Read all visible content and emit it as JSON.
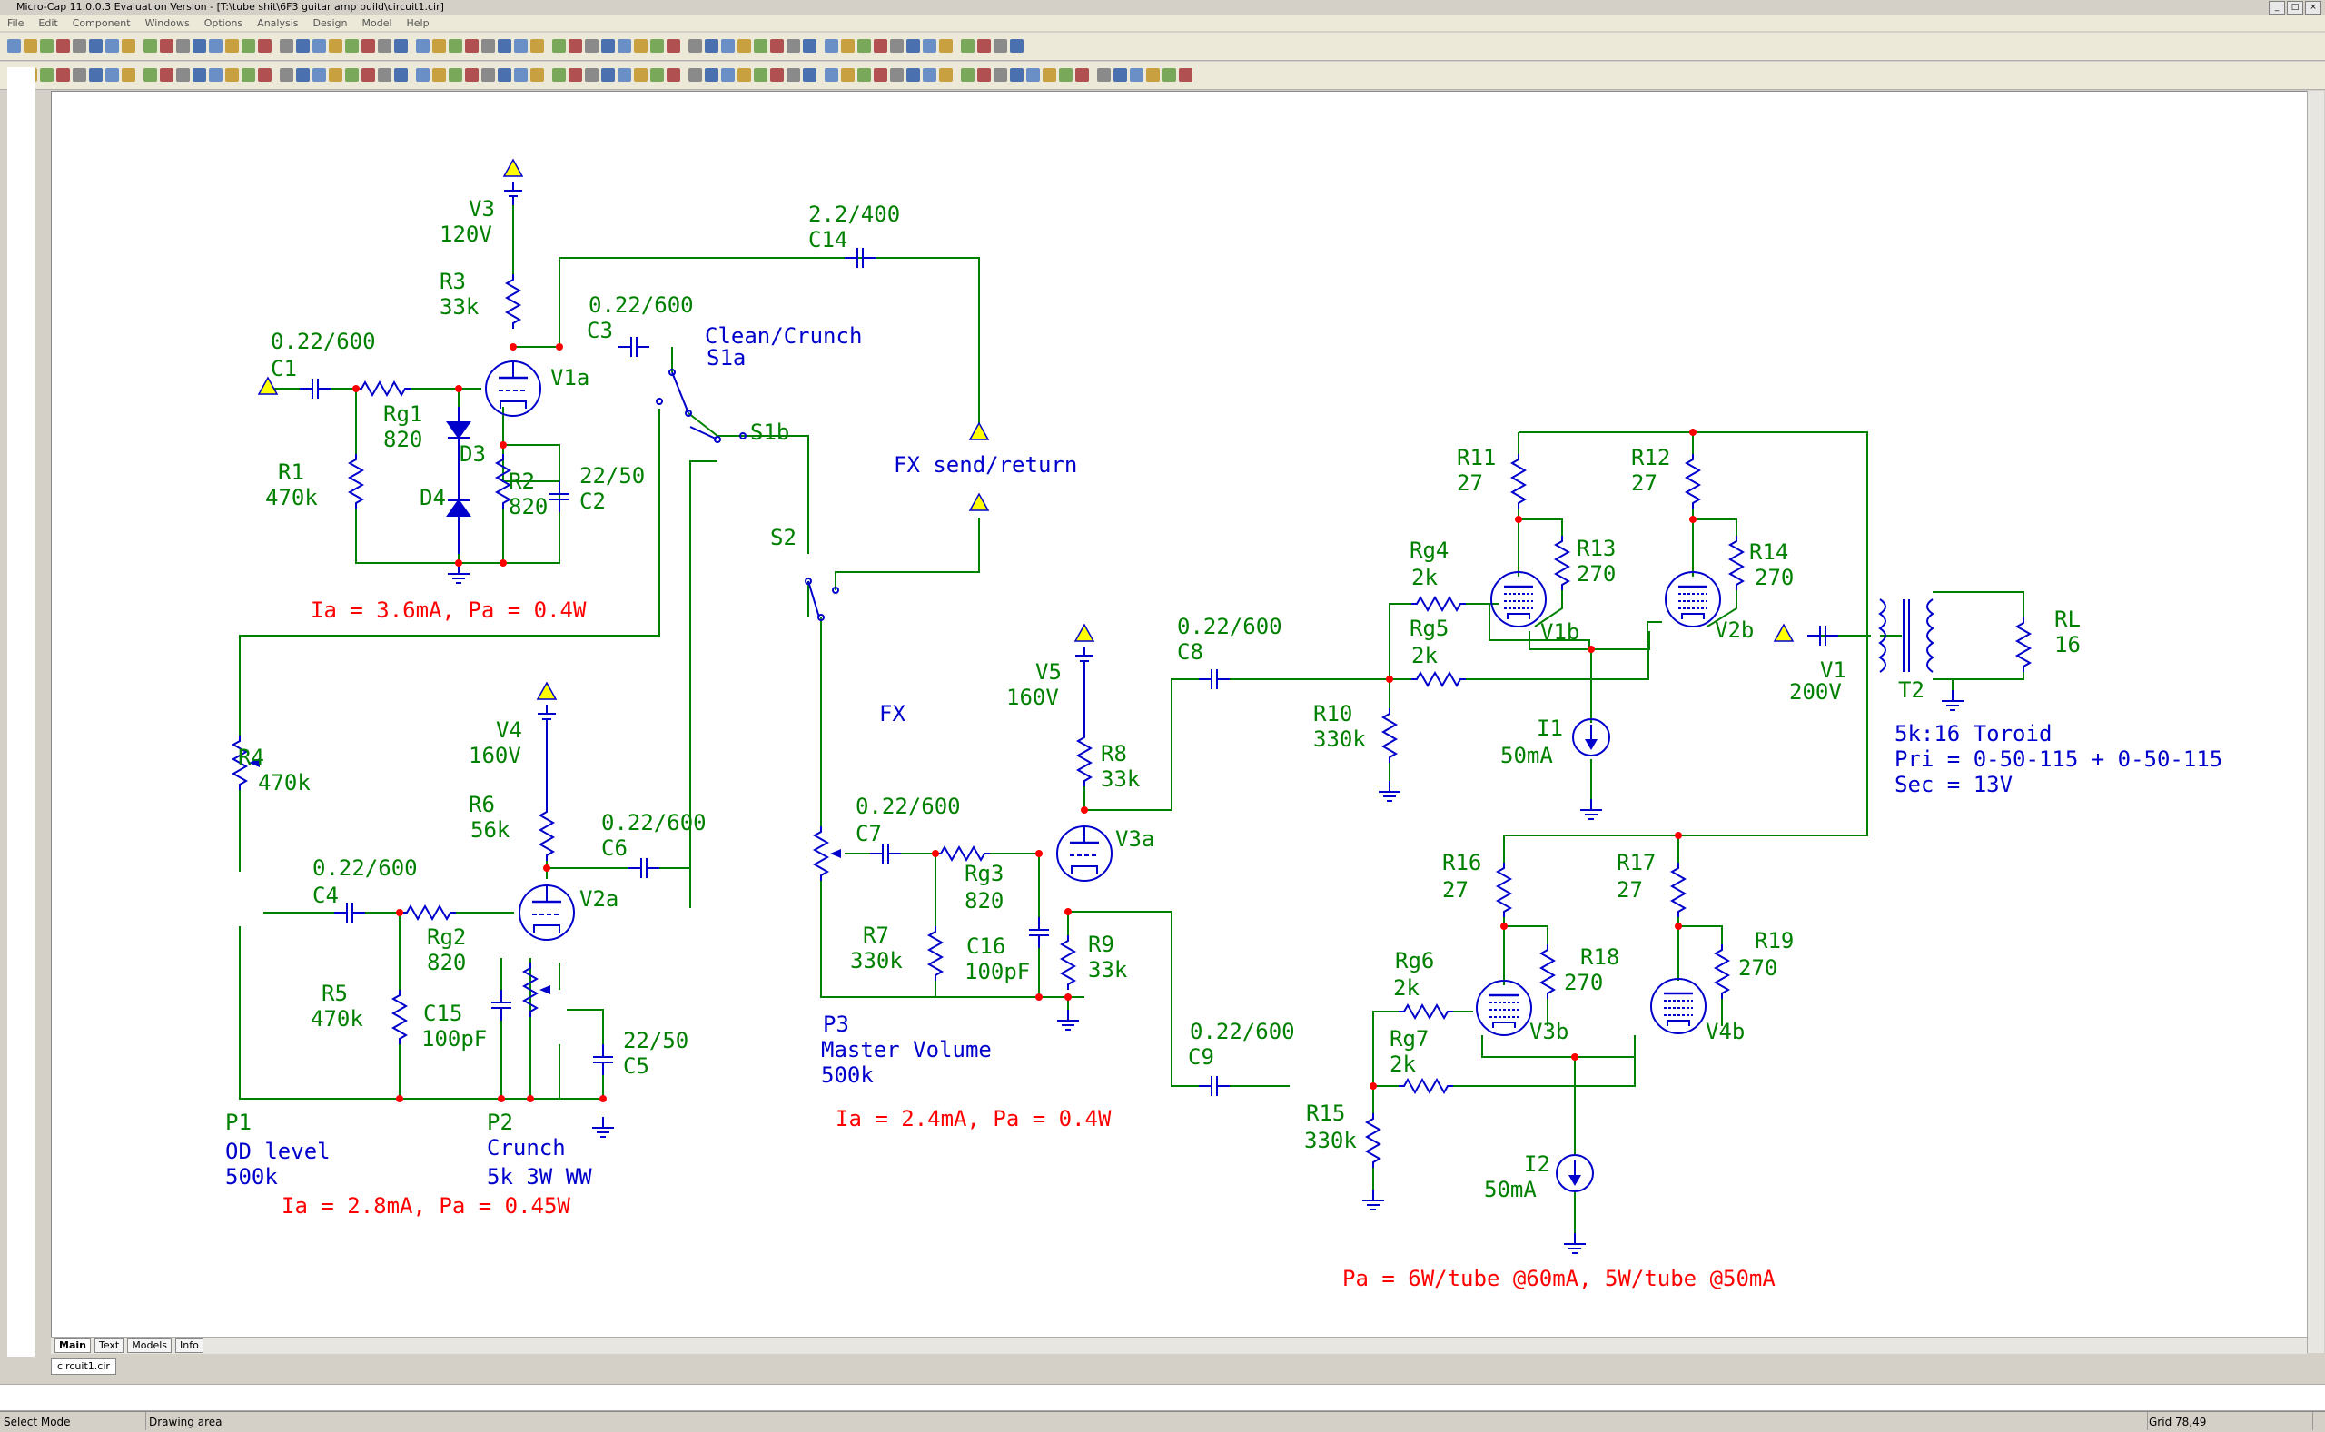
{
  "window": {
    "title": "Micro-Cap 11.0.0.3 Evaluation Version - [T:\\tube shit\\6F3 guitar amp build\\circuit1.cir]"
  },
  "menu": [
    "File",
    "Edit",
    "Component",
    "Windows",
    "Options",
    "Analysis",
    "Design",
    "Model",
    "Help"
  ],
  "tabs": [
    "Main",
    "Text",
    "Models",
    "Info"
  ],
  "doc_tab": "circuit1.cir",
  "status": {
    "mode": "Select Mode",
    "area": "Drawing area",
    "grid": "Grid 78,49"
  },
  "labels": {
    "V3": "V3",
    "V3v": "120V",
    "R3": "R3",
    "R3v": "33k",
    "C14v": "2.2/400",
    "C14": "C14",
    "C3v": "0.22/600",
    "C3": "C3",
    "clean": "Clean/Crunch",
    "S1a": "S1a",
    "C1v": "0.22/600",
    "C1": "C1",
    "V1a": "V1a",
    "Rg1": "Rg1",
    "Rg1v": "820",
    "D3": "D3",
    "R1": "R1",
    "R1v": "470k",
    "S1b": "S1b",
    "fx": "FX send/return",
    "R2": "R2",
    "R2v": "820",
    "C2v": "22/50",
    "C2": "C2",
    "D4": "D4",
    "ia1": "Ia = 3.6mA, Pa = 0.4W",
    "S2": "S2",
    "FX": "FX",
    "R4": "R4",
    "R4v": "470k",
    "V4": "V4",
    "V4v": "160V",
    "R6": "R6",
    "R6v": "56k",
    "C6v": "0.22/600",
    "C6": "C6",
    "C4v": "0.22/600",
    "C4": "C4",
    "V2a": "V2a",
    "Rg2": "Rg2",
    "Rg2v": "820",
    "R5": "R5",
    "R5v": "470k",
    "C15": "C15",
    "C15v": "100pF",
    "C5v": "22/50",
    "C5": "C5",
    "P1": "P1",
    "odlevel": "OD level",
    "P1v": "500k",
    "P2": "P2",
    "crunch": "Crunch",
    "P2v": "5k 3W WW",
    "ia2": "Ia = 2.8mA, Pa = 0.45W",
    "V5": "V5",
    "V5v": "160V",
    "R8": "R8",
    "R8v": "33k",
    "C7v": "0.22/600",
    "C7": "C7",
    "V3a": "V3a",
    "Rg3": "Rg3",
    "Rg3v": "820",
    "R7": "R7",
    "R7v": "330k",
    "C16": "C16",
    "C16v": "100pF",
    "R9": "R9",
    "R9v": "33k",
    "P3": "P3",
    "master": "Master Volume",
    "P3v": "500k",
    "ia3": "Ia = 2.4mA, Pa = 0.4W",
    "C8v": "0.22/600",
    "C8": "C8",
    "R11": "R11",
    "R11v": "27",
    "R12": "R12",
    "R12v": "27",
    "Rg4": "Rg4",
    "Rg4v": "2k",
    "R13": "R13",
    "R13v": "270",
    "R14": "R14",
    "R14v": "270",
    "Rg5": "Rg5",
    "Rg5v": "2k",
    "V1b": "V1b",
    "V2b": "V2b",
    "R10": "R10",
    "R10v": "330k",
    "I1": "I1",
    "I1v": "50mA",
    "V1": "V1",
    "V1v": "200V",
    "T2": "T2",
    "RL": "RL",
    "RLv": "16",
    "tor1": "5k:16 Toroid",
    "tor2": "Pri = 0-50-115 + 0-50-115",
    "tor3": "Sec = 13V",
    "R16": "R16",
    "R16v": "27",
    "R17": "R17",
    "R17v": "27",
    "Rg6": "Rg6",
    "Rg6v": "2k",
    "R18": "R18",
    "R18v": "270",
    "R19": "R19",
    "R19v": "270",
    "V3b": "V3b",
    "V4b": "V4b",
    "C9v": "0.22/600",
    "C9": "C9",
    "Rg7": "Rg7",
    "Rg7v": "2k",
    "R15": "R15",
    "R15v": "330k",
    "I2": "I2",
    "I2v": "50mA",
    "pa": "Pa = 6W/tube @60mA, 5W/tube @50mA"
  },
  "colors": {
    "wire": "#008000",
    "component": "#0000cc",
    "label": "#008000",
    "note": "#ff0000",
    "blue_text": "#0000cc",
    "node": "#ff0000",
    "source": "#ffff00"
  }
}
